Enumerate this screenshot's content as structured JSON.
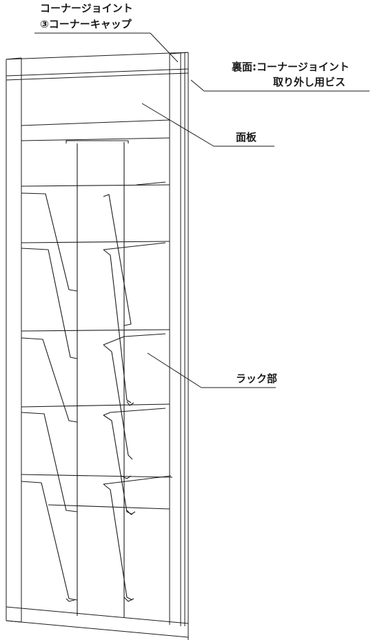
{
  "labels": {
    "corner_joint": "コーナージョイント",
    "corner_cap": "③コーナーキャップ",
    "back_joint_line1": "裏面:コーナージョイント",
    "back_joint_line2": "取り外し用ビス",
    "face_plate": "面板",
    "rack_part": "ラック部"
  },
  "colors": {
    "line": "#1a1a1a",
    "background": "#ffffff"
  }
}
